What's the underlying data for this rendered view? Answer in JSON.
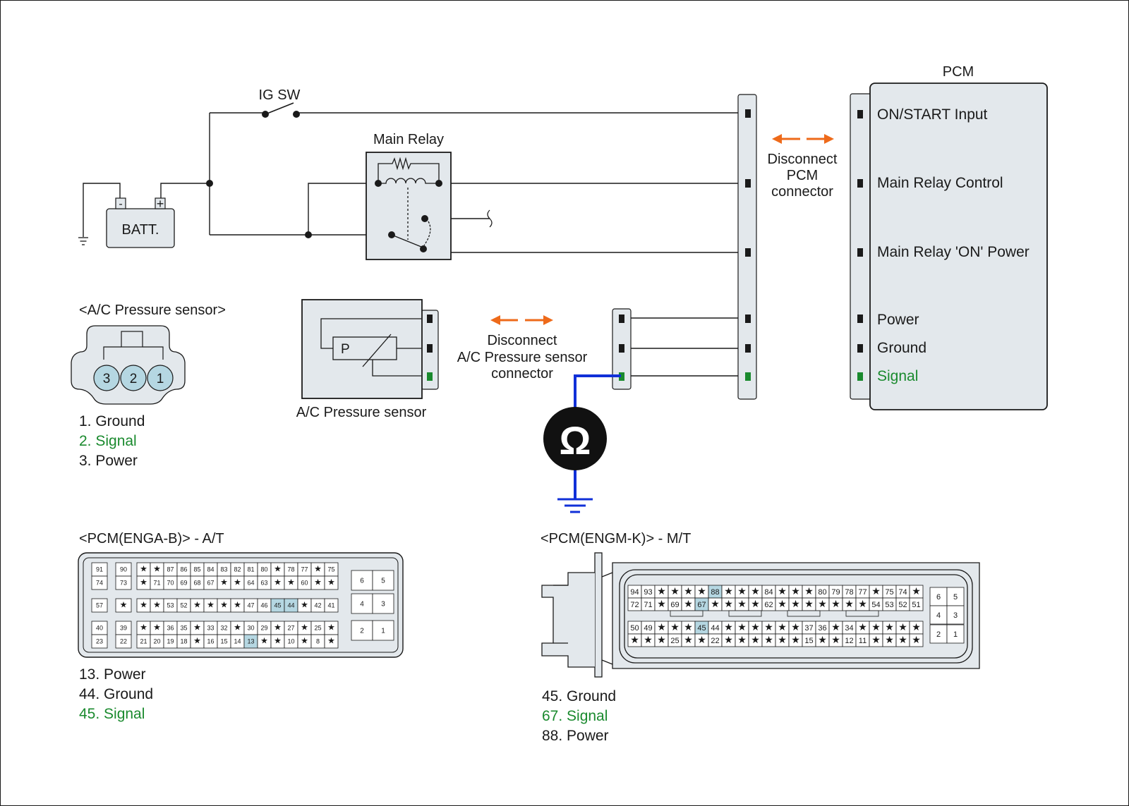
{
  "colors": {
    "signal": "#1a8a2e",
    "probe": "#1030d8",
    "arrow": "#ee6a1a",
    "pin_highlight": "#b5d7e2",
    "panel": "#e3e8ec",
    "stroke": "#1a1a1a"
  },
  "icons": {
    "ohmmeter": "ohm-meter-icon",
    "ground": "ground-symbol-icon",
    "switch": "switch-icon",
    "resistor": "resistor-icon",
    "coil": "coil-icon",
    "arrow": "double-arrow-icon"
  },
  "labels": {
    "ig_sw": "IG SW",
    "main_relay": "Main Relay",
    "batt": "BATT.",
    "batt_minus": "-",
    "batt_plus": "+",
    "pcm": "PCM",
    "disconnect_pcm": [
      "Disconnect",
      "PCM",
      "connector"
    ],
    "disconnect_sensor": [
      "Disconnect",
      "A/C Pressure sensor",
      "connector"
    ],
    "sensor_p": "P",
    "sensor_caption": "A/C Pressure sensor",
    "ohm_symbol": "Ω"
  },
  "pcm_pins": [
    {
      "text": "ON/START Input",
      "signal": false
    },
    {
      "text": "Main Relay Control",
      "signal": false
    },
    {
      "text": "Main Relay 'ON' Power",
      "signal": false
    },
    {
      "text": "Power",
      "signal": false
    },
    {
      "text": "Ground",
      "signal": false
    },
    {
      "text": "Signal",
      "signal": true
    }
  ],
  "sensor_connector": {
    "title": "<A/C Pressure sensor>",
    "pins": [
      "3",
      "2",
      "1"
    ],
    "legend": [
      {
        "text": "1. Ground",
        "signal": false
      },
      {
        "text": "2. Signal",
        "signal": true
      },
      {
        "text": "3. Power",
        "signal": false
      }
    ]
  },
  "pcm_at": {
    "title": "<PCM(ENGA-B)> - A/T",
    "left_rows": [
      [
        "91",
        "90"
      ],
      [
        "74",
        "73"
      ],
      [
        "57",
        "★"
      ],
      [
        "40",
        "39"
      ],
      [
        "23",
        "22"
      ]
    ],
    "main_rows": [
      [
        "★",
        "★",
        "87",
        "86",
        "85",
        "84",
        "83",
        "82",
        "81",
        "80",
        "★",
        "78",
        "77",
        "★",
        "75"
      ],
      [
        "★",
        "71",
        "70",
        "69",
        "68",
        "67",
        "★",
        "★",
        "64",
        "63",
        "★",
        "★",
        "60",
        "★",
        "★"
      ],
      [
        "★",
        "★",
        "53",
        "52",
        "★",
        "★",
        "★",
        "★",
        "47",
        "46",
        "45",
        "44",
        "★",
        "42",
        "41"
      ],
      [
        "★",
        "★",
        "36",
        "35",
        "★",
        "33",
        "32",
        "★",
        "30",
        "29",
        "★",
        "27",
        "★",
        "25",
        "★"
      ],
      [
        "21",
        "20",
        "19",
        "18",
        "★",
        "16",
        "15",
        "14",
        "13",
        "★",
        "★",
        "10",
        "★",
        "8",
        "★"
      ]
    ],
    "right_rows": [
      [
        "6",
        "5"
      ],
      [
        "4",
        "3"
      ],
      [
        "2",
        "1"
      ]
    ],
    "highlight": [
      "13",
      "44",
      "45"
    ],
    "legend": [
      {
        "text": "13. Power",
        "signal": false
      },
      {
        "text": "44. Ground",
        "signal": false
      },
      {
        "text": "45. Signal",
        "signal": true
      }
    ]
  },
  "pcm_mt": {
    "title": "<PCM(ENGM-K)> - M/T",
    "rows": [
      [
        "94",
        "93",
        "★",
        "★",
        "★",
        "★",
        "88",
        "★",
        "★",
        "★",
        "84",
        "★",
        "★",
        "★",
        "80",
        "79",
        "78",
        "77",
        "★",
        "75",
        "74",
        "★"
      ],
      [
        "72",
        "71",
        "★",
        "69",
        "★",
        "67",
        "★",
        "★",
        "★",
        "★",
        "62",
        "★",
        "★",
        "★",
        "★",
        "★",
        "★",
        "★",
        "54",
        "53",
        "52",
        "51"
      ],
      [
        "50",
        "49",
        "★",
        "★",
        "★",
        "45",
        "44",
        "★",
        "★",
        "★",
        "★",
        "★",
        "★",
        "37",
        "36",
        "★",
        "34",
        "★",
        "★",
        "★",
        "★",
        "★"
      ],
      [
        "★",
        "★",
        "★",
        "25",
        "★",
        "★",
        "22",
        "★",
        "★",
        "★",
        "★",
        "★",
        "★",
        "15",
        "★",
        "★",
        "12",
        "11",
        "★",
        "★",
        "★",
        "★"
      ]
    ],
    "right_rows": [
      [
        "6",
        "5"
      ],
      [
        "4",
        "3"
      ],
      [
        "2",
        "1"
      ]
    ],
    "highlight": [
      "88",
      "67",
      "45"
    ],
    "legend": [
      {
        "text": "45. Ground",
        "signal": false
      },
      {
        "text": "67. Signal",
        "signal": true
      },
      {
        "text": "88. Power",
        "signal": false
      }
    ]
  }
}
